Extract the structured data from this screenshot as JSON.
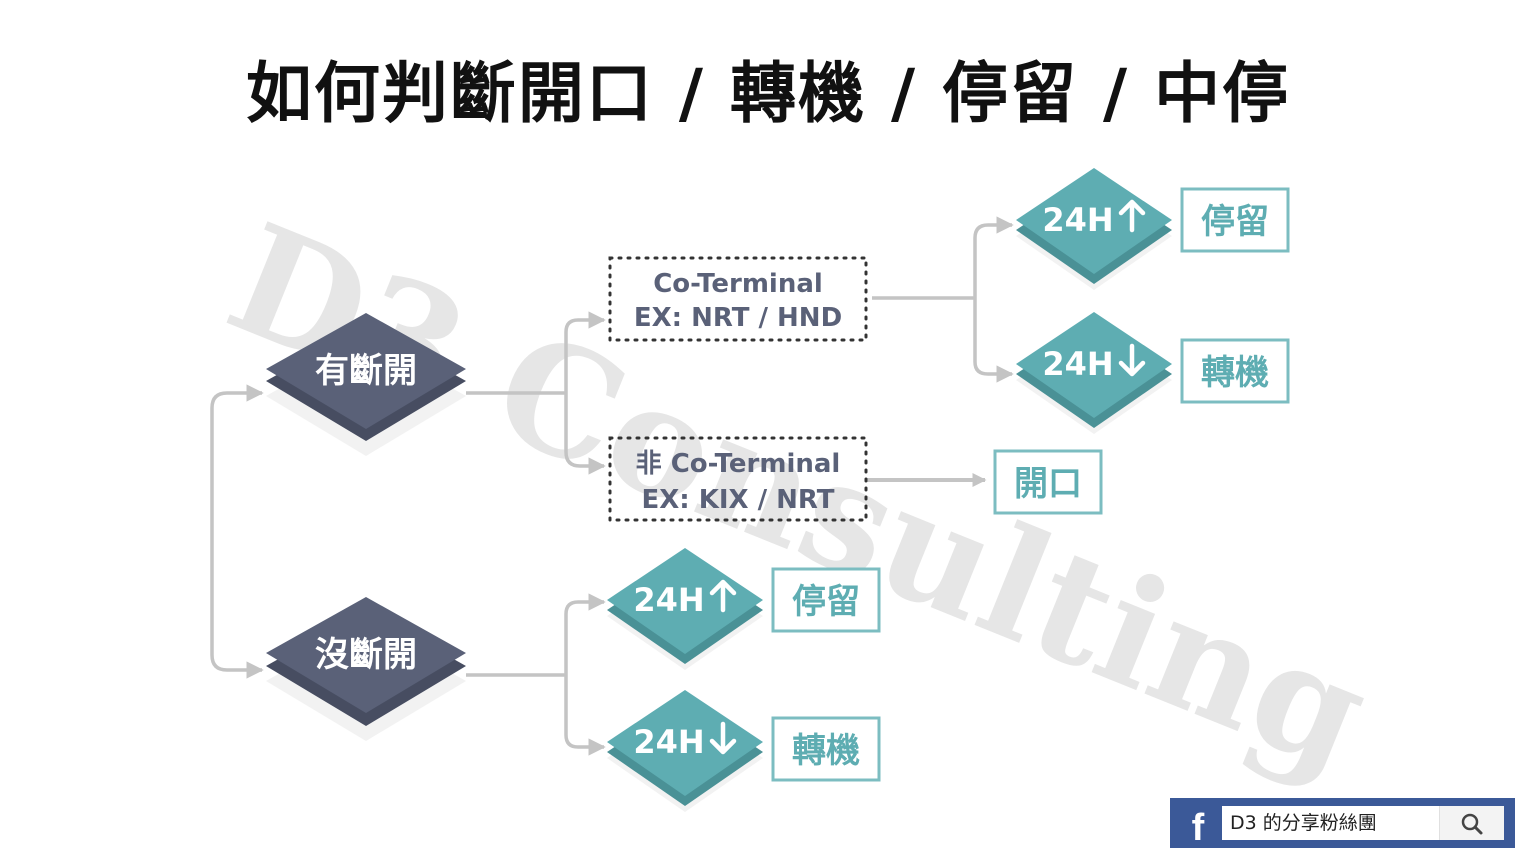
{
  "title": "如何判斷開口 / 轉機 / 停留 / 中停",
  "watermark": "D3 Consulting",
  "decisions": {
    "has_break": "有斷開",
    "no_break": "沒斷開"
  },
  "co_terminal": {
    "line1": "Co-Terminal",
    "line2": "EX: NRT / HND"
  },
  "non_co_terminal": {
    "line1": "非 Co-Terminal",
    "line2": "EX: KIX / NRT"
  },
  "time_nodes": {
    "over_24h": "24H",
    "under_24h": "24H"
  },
  "results": {
    "stopover": "停留",
    "transfer": "轉機",
    "open_jaw": "開口"
  },
  "facebook": {
    "icon_letter": "f",
    "search_text": "D3 的分享粉絲團"
  },
  "colors": {
    "decision_fill": "#5a6178",
    "decision_shadow": "#474d61",
    "time_fill": "#5eadb2",
    "time_shadow": "#4a9196",
    "result_border": "#7cbdc1",
    "connector": "#c4c4c4",
    "facebook_blue": "#3b5998"
  }
}
